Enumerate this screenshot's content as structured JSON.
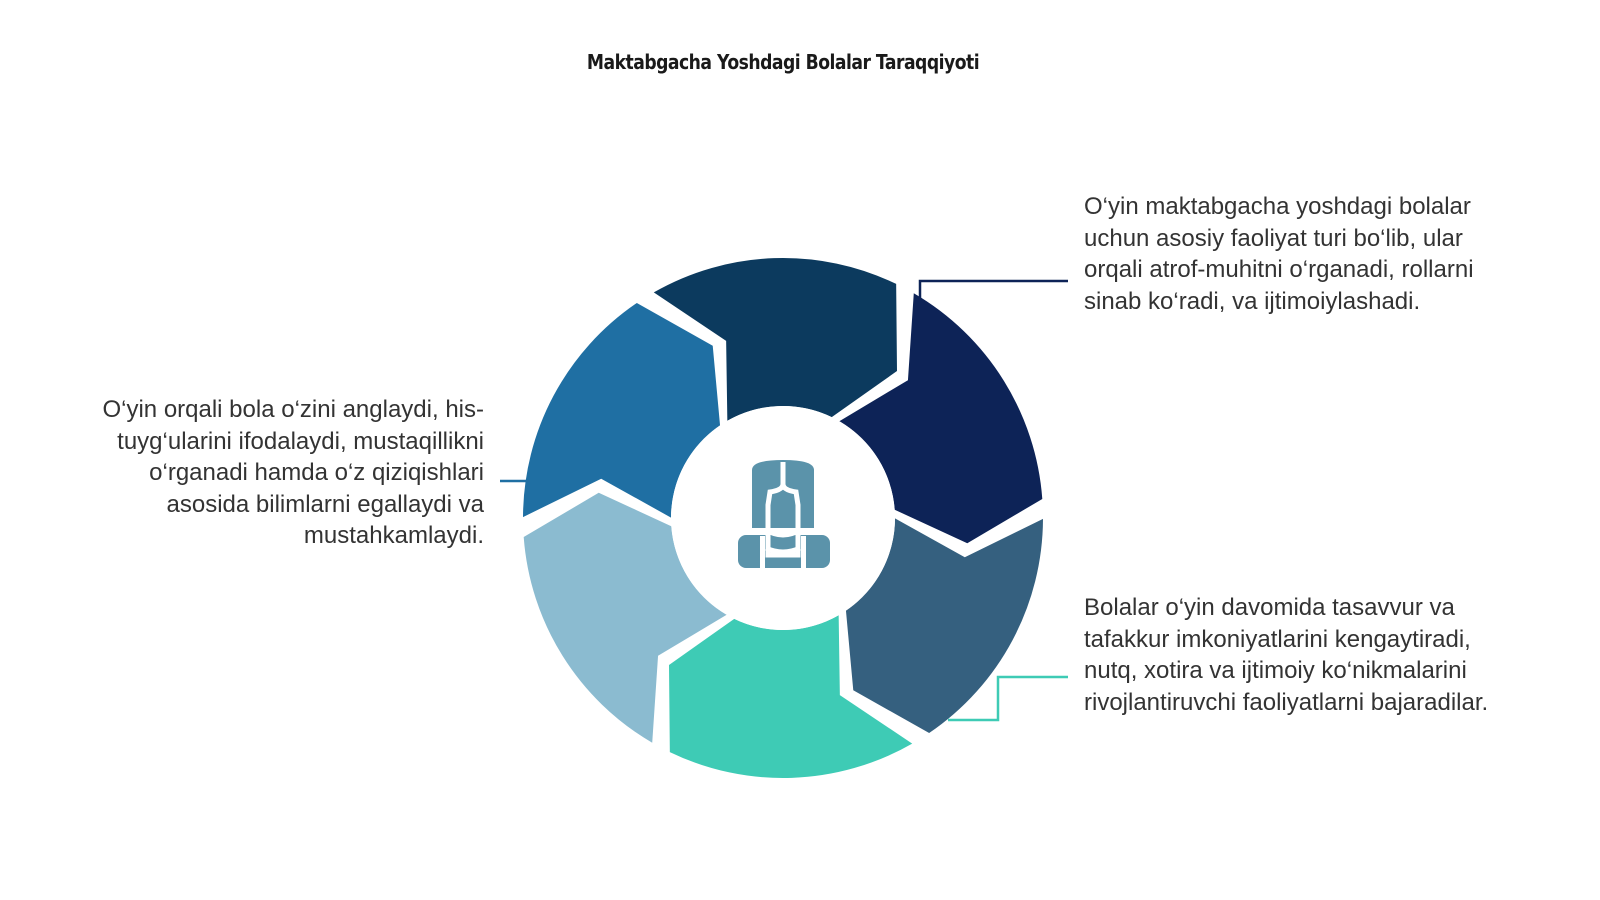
{
  "title": "Maktabgacha Yoshdagi Bolalar Taraqqiyoti",
  "descriptions": {
    "top_right": "O‘yin maktabgacha yoshdagi bolalar uchun asosiy faoliyat turi bo‘lib, ular orqali atrof-muhitni o‘rganadi, rollarni sinab ko‘radi, va ijtimoiylashadi.",
    "left": "O‘yin orqali bola o‘zini anglaydi, his-tuyg‘ularini ifodalaydi, mustaqillikni o‘rganadi hamda o‘z qiziqishlari asosida bilimlarni egallaydi va mustahkamlaydi.",
    "bottom_right": "Bolalar o‘yin davomida tasavvur va tafakkur imkoniyatlarini kengaytiradi, nutq, xotira va ijtimoiy ko‘nikmalarini rivojlantiruvchi faoliyatlarni bajaradilar."
  },
  "cycle": {
    "center_icon": "child-girl-icon",
    "segments": [
      {
        "name": "segment-top-right",
        "color": "#0d2357"
      },
      {
        "name": "segment-right",
        "color": "#35607f"
      },
      {
        "name": "segment-bottom-right",
        "color": "#3ecbb5"
      },
      {
        "name": "segment-bottom-left",
        "color": "#8bbbd0"
      },
      {
        "name": "segment-left",
        "color": "#1f6fa3"
      },
      {
        "name": "segment-top-left",
        "color": "#0c3a5e"
      }
    ],
    "icon_color": "#5b93aa",
    "connector_colors": {
      "top_right": "#0d2357",
      "left": "#1f6fa3",
      "bottom_right": "#3ecbb5"
    }
  }
}
